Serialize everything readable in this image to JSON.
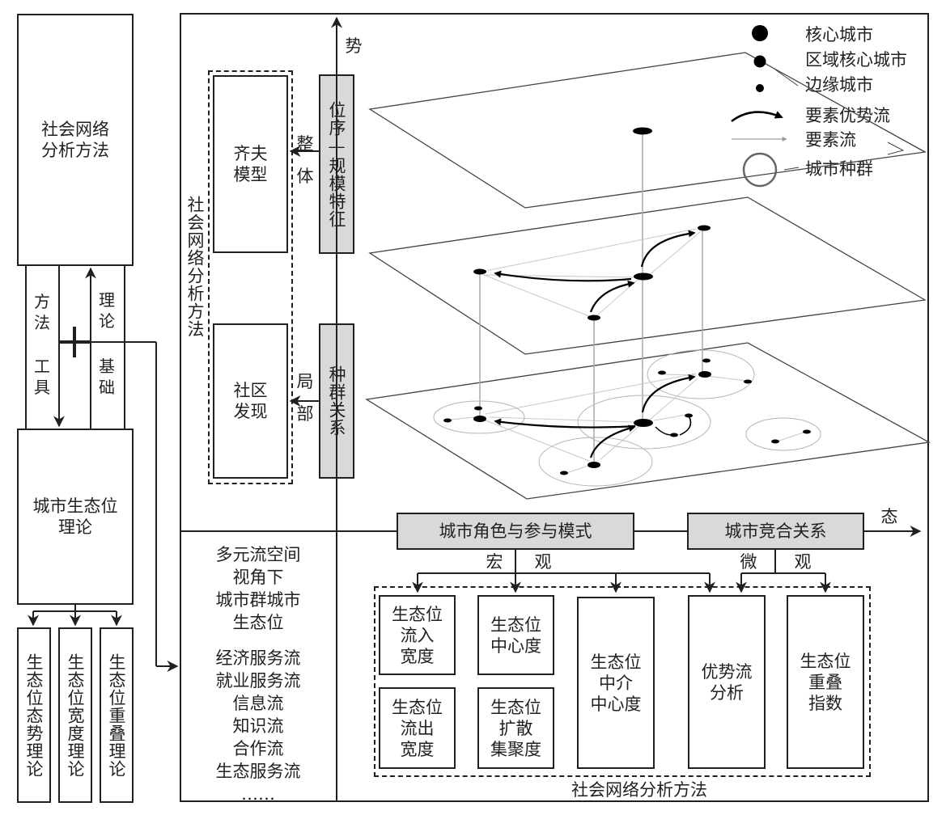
{
  "left_column": {
    "sna_box": "社会网络\n分析方法",
    "method_tool": [
      "方法",
      "工具"
    ],
    "theory_basis": [
      "理论",
      "基础"
    ],
    "niche_theory_box": "城市生态位\n理论",
    "sub_theories": [
      "生态位态势理论",
      "生态位宽度理论",
      "生态位重叠理论"
    ]
  },
  "upper_panel": {
    "axis_top_label": "势",
    "sna_vertical_label": "社会网络分析方法",
    "models": [
      "齐夫\n模型",
      "社区\n发现"
    ],
    "arrow_labels": [
      "整\n体",
      "局\n部"
    ],
    "gray_boxes": [
      "位序—规模特征",
      "种群关系"
    ]
  },
  "legend": {
    "items": [
      {
        "icon": "large-dot-icon",
        "label": "核心城市"
      },
      {
        "icon": "medium-dot-icon",
        "label": "区域核心城市"
      },
      {
        "icon": "small-dot-icon",
        "label": "边缘城市"
      },
      {
        "icon": "bold-curved-arrow-icon",
        "label": "要素优势流"
      },
      {
        "icon": "thin-arrow-icon",
        "label": "要素流"
      },
      {
        "icon": "ring-icon",
        "label": "城市种群"
      }
    ]
  },
  "lower_left_panel": {
    "title_lines": "多元流空间\n视角下\n城市群城市\n生态位",
    "flows": "经济服务流\n就业服务流\n信息流\n知识流\n合作流\n生态服务流\n……"
  },
  "lower_panel": {
    "axis_right_label": "态",
    "role_box": "城市角色与参与模式",
    "compete_box": "城市竞合关系",
    "macro_labels": [
      "宏",
      "观"
    ],
    "micro_labels": [
      "微",
      "观"
    ],
    "indicators": [
      "生态位\n流入\n宽度",
      "生态位\n中心度",
      "生态位\n中介\n中心度",
      "优势流\n分析",
      "生态位\n重叠\n指数",
      "生态位\n流出\n宽度",
      "生态位\n扩散\n集聚度"
    ],
    "sna_caption": "社会网络分析方法"
  },
  "colors": {
    "line": "#231f20",
    "gray_fill": "#d9d9d9",
    "flow_gray": "#b0b0b0"
  }
}
